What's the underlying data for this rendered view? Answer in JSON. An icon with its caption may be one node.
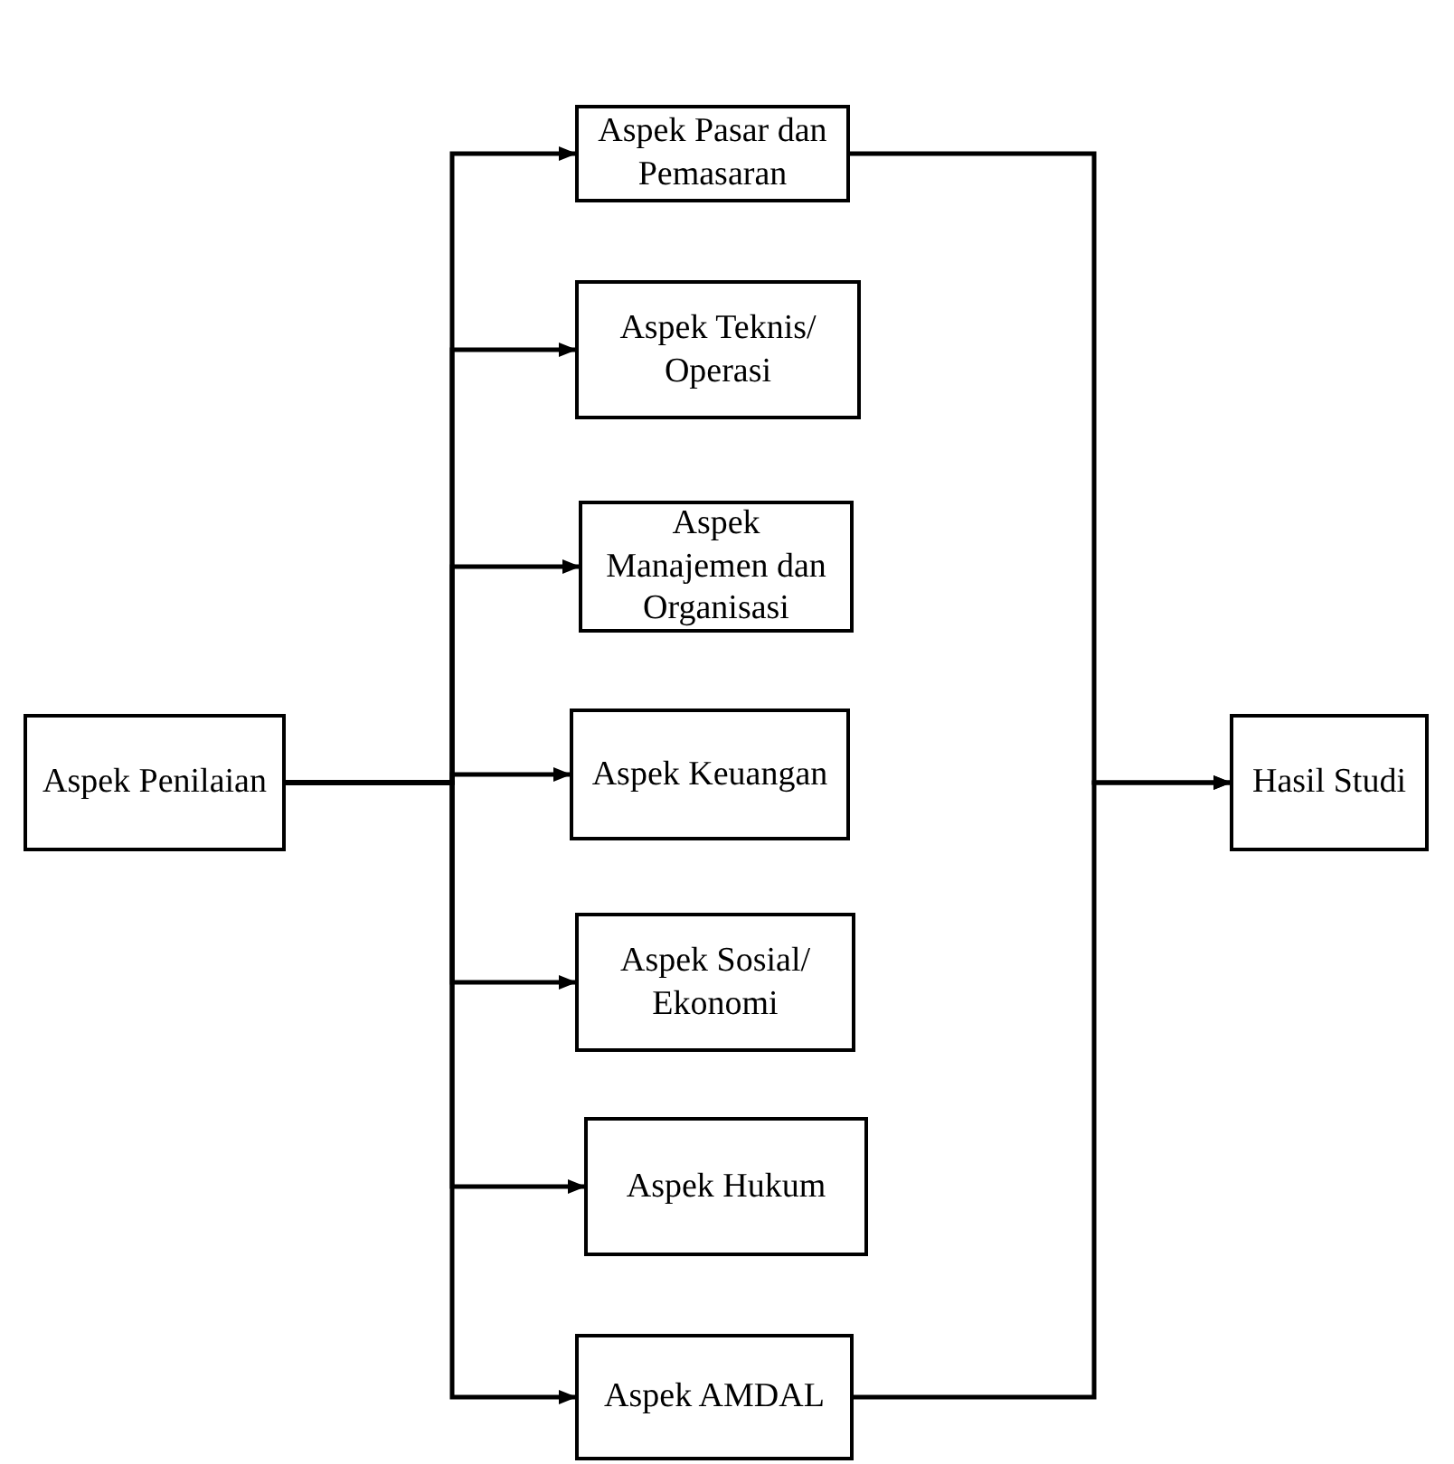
{
  "diagram": {
    "nodes": [
      {
        "text": [
          "Aspek Penilaian"
        ]
      },
      {
        "text": [
          "Aspek Pasar dan Pemasaran"
        ]
      },
      {
        "text": [
          "Aspek Teknis/ Operasi"
        ]
      },
      {
        "text": [
          "Aspek Manajemen dan Organisasi"
        ]
      },
      {
        "text": [
          "Aspek Keuangan"
        ]
      },
      {
        "text": [
          "Aspek Sosial/ Ekonomi"
        ]
      },
      {
        "text": [
          "Aspek Hukum"
        ]
      },
      {
        "text": [
          "Aspek AMDAL"
        ]
      },
      {
        "text": [
          "Hasil Studi"
        ]
      }
    ],
    "edges": [
      {
        "from": 0,
        "to": 1,
        "arrow": "to"
      },
      {
        "from": 0,
        "to": 2,
        "arrow": "to"
      },
      {
        "from": 0,
        "to": 3,
        "arrow": "to"
      },
      {
        "from": 0,
        "to": 4,
        "arrow": "to"
      },
      {
        "from": 0,
        "to": 5,
        "arrow": "to"
      },
      {
        "from": 0,
        "to": 6,
        "arrow": "to"
      },
      {
        "from": 0,
        "to": 7,
        "arrow": "to"
      },
      {
        "from": 1,
        "to": 8,
        "arrow": "to"
      },
      {
        "from": 7,
        "to": 8,
        "arrow": "to"
      }
    ]
  }
}
